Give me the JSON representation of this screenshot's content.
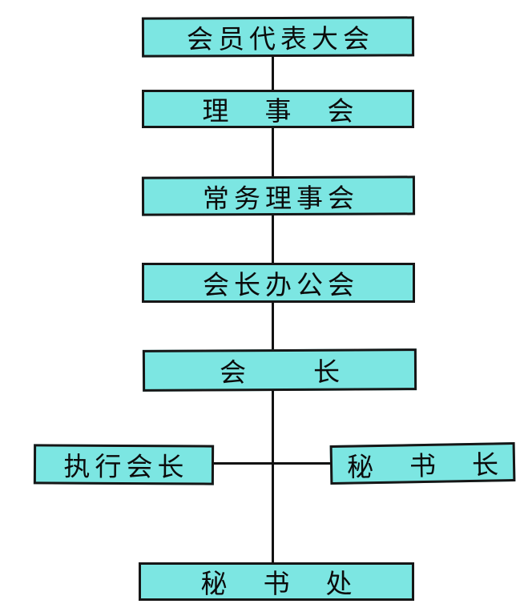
{
  "diagram": {
    "type": "org-chart",
    "background_color": "#ffffff",
    "box_fill_color": "#7ce6e2",
    "box_border_color": "#161616",
    "line_color": "#111111",
    "text_color": "#0b0b0b",
    "nodes": {
      "member_congress": {
        "label": "会员代表大会"
      },
      "council": {
        "label": "理　事　会"
      },
      "standing_council": {
        "label": "常务理事会"
      },
      "president_office": {
        "label": "会长办公会"
      },
      "president": {
        "label": "会　　长"
      },
      "executive_president": {
        "label": "执行会长"
      },
      "secretary_general": {
        "label": "秘　书　长"
      },
      "secretariat": {
        "label": "秘　书　处"
      }
    },
    "hierarchy": [
      "member_congress > council",
      "council > standing_council",
      "standing_council > president_office",
      "president_office > president",
      "president > executive_president",
      "president > secretary_general",
      "president > secretariat"
    ]
  }
}
